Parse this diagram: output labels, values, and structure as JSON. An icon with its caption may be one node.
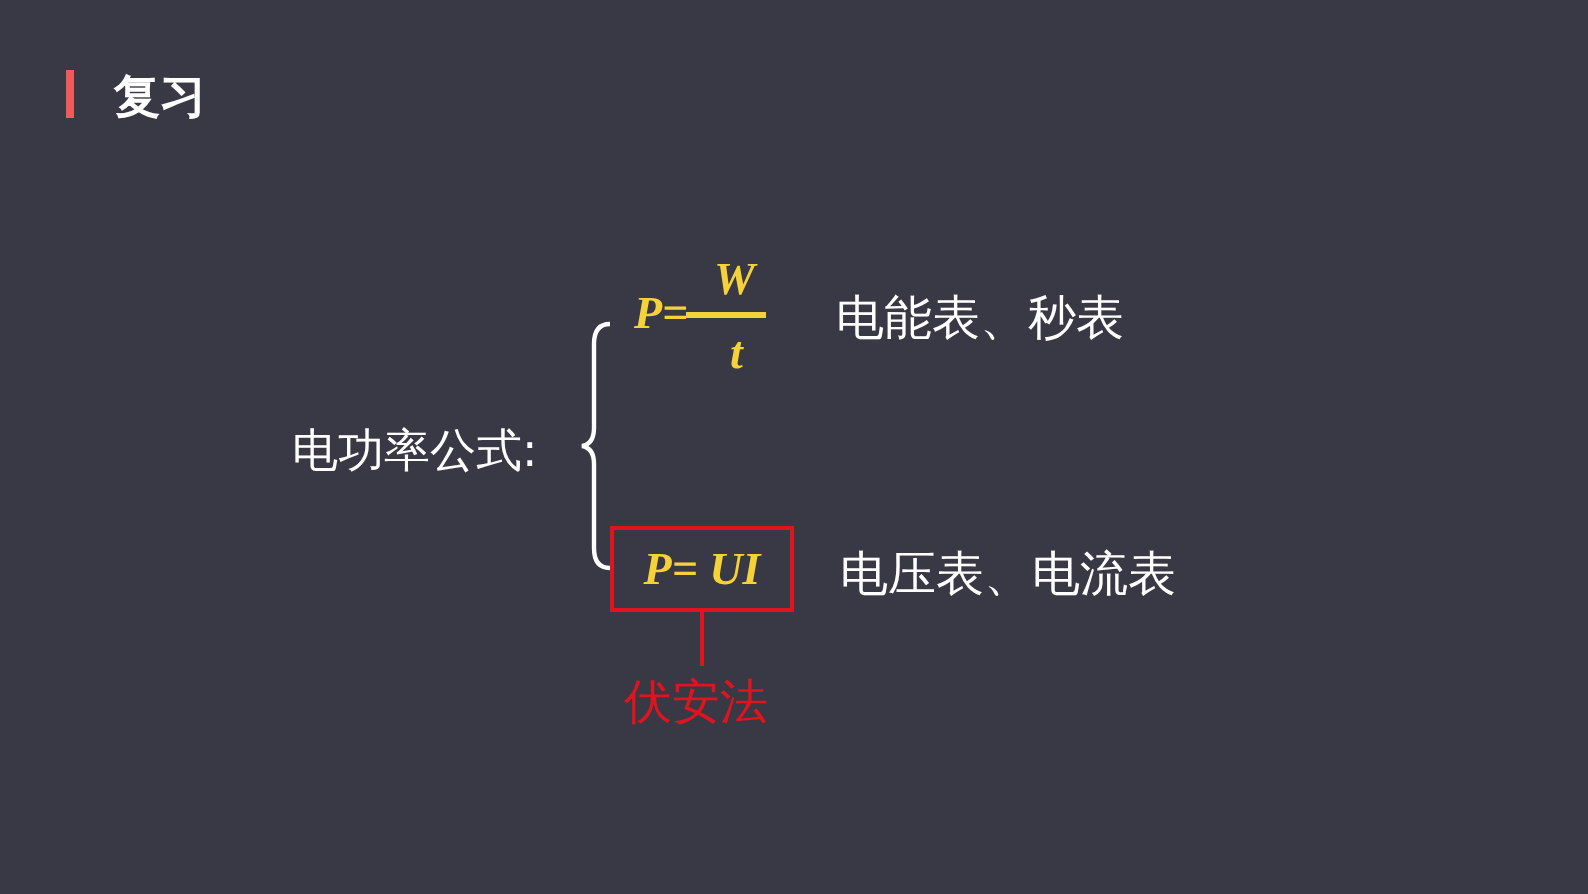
{
  "diagram": {
    "title": "复习",
    "nodes": [
      {
        "text": [
          "P= UI"
        ]
      },
      {
        "text": [
          "伏安法"
        ]
      }
    ],
    "edges": [
      {
        "from": 0,
        "to": 1,
        "arrow": "none",
        "color": "#e0141e"
      }
    ],
    "labels": [
      "P=",
      "W",
      "t",
      "电能表、秒表",
      "电功率公式:",
      "电压表、电流表"
    ]
  }
}
